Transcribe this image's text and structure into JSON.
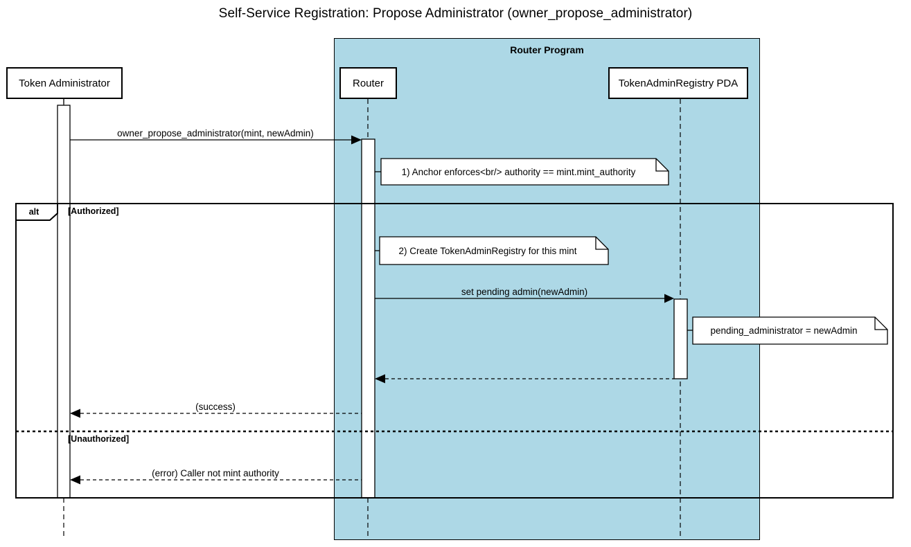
{
  "title": "Self-Service Registration: Propose Administrator (owner_propose_administrator)",
  "container": {
    "label": "Router Program",
    "fill_color": "#add8e6",
    "border_color": "#000000"
  },
  "participants": [
    {
      "id": "token-administrator",
      "label": "Token Administrator"
    },
    {
      "id": "router",
      "label": "Router"
    },
    {
      "id": "registry-pda",
      "label": "TokenAdminRegistry PDA"
    }
  ],
  "alt_frame": {
    "operator": "alt",
    "guards": [
      "[Authorized]",
      "[Unauthorized]"
    ]
  },
  "messages": [
    {
      "from": "Token Administrator",
      "to": "Router",
      "label": "owner_propose_administrator(mint, newAdmin)",
      "style": "solid"
    },
    {
      "from": "Router",
      "to": "TokenAdminRegistry PDA",
      "label": "set pending admin(newAdmin)",
      "style": "solid"
    },
    {
      "from": "TokenAdminRegistry PDA",
      "to": "Router",
      "label": "",
      "style": "dashed-return"
    },
    {
      "from": "Router",
      "to": "Token Administrator",
      "label": "(success)",
      "style": "dashed-return"
    },
    {
      "from": "Router",
      "to": "Token Administrator",
      "label": "(error) Caller not mint authority",
      "style": "dashed-return"
    }
  ],
  "notes": [
    {
      "over": "Router",
      "label": "1) Anchor enforces<br/> authority == mint.mint_authority"
    },
    {
      "over": "Router",
      "label": "2) Create TokenAdminRegistry for this mint"
    },
    {
      "over": "TokenAdminRegistry PDA",
      "label": "pending_administrator = newAdmin"
    }
  ]
}
